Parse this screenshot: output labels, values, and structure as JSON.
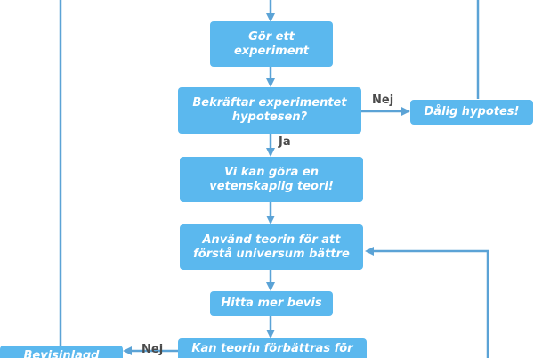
{
  "colors": {
    "box_fill": "#5bb8ee",
    "box_text": "#ffffff",
    "arrow": "#5ba3d6",
    "label_text": "#4a4a4a"
  },
  "nodes": {
    "experiment": "Gör ett\nexperiment",
    "confirms": "Bekräftar experimentet\nhypotesen?",
    "bad_hypothesis": "Dålig hypotes!",
    "theory": "Vi kan göra en\nvetenskaplig teori!",
    "use_theory": "Använd teorin för att\nförstå universum bättre",
    "more_evidence": "Hitta mer bevis",
    "improve": "Kan teorin förbättras för",
    "left_cut": "Bevisinlagd"
  },
  "edge_labels": {
    "no_1": "Nej",
    "yes_1": "Ja",
    "no_2": "Nej"
  }
}
